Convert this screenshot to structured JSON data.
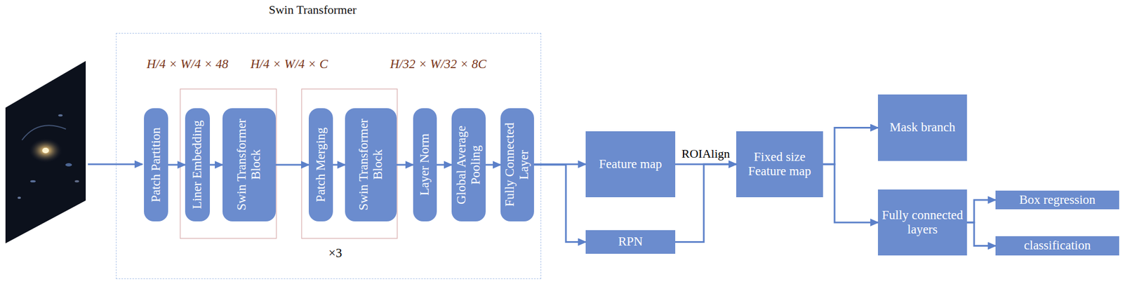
{
  "diagram": {
    "nodes": [
      {
        "text": [
          "Swin Transformer"
        ]
      },
      {
        "text": [
          "Patch Partition"
        ],
        "in": 0
      },
      {
        "text": [
          "Liner Embedding"
        ],
        "in": 0
      },
      {
        "text": [
          "Swin Transformer Block"
        ],
        "in": 0
      },
      {
        "text": [
          "Patch Merging"
        ],
        "in": 0
      },
      {
        "text": [
          "Swin Transformer Block"
        ],
        "in": 0
      },
      {
        "text": [
          "Layer Norm"
        ],
        "in": 0
      },
      {
        "text": [
          "Global Average Pooling"
        ],
        "in": 0
      },
      {
        "text": [
          "Fully Connected Layer"
        ],
        "in": 0
      },
      {
        "text": [
          "Feature map"
        ]
      },
      {
        "text": [
          "RPN"
        ]
      },
      {
        "text": [
          "Fixed size Feature map"
        ]
      },
      {
        "text": [
          "Mask branch"
        ]
      },
      {
        "text": [
          "Fully connected layers"
        ]
      },
      {
        "text": [
          "Box regression"
        ]
      },
      {
        "text": [
          "classification"
        ]
      }
    ],
    "edges": [
      {
        "from": 1,
        "to": 2,
        "arrow": "to"
      },
      {
        "from": 2,
        "to": 3,
        "arrow": "to"
      },
      {
        "from": 3,
        "to": 4,
        "arrow": "to"
      },
      {
        "from": 4,
        "to": 5,
        "arrow": "to"
      },
      {
        "from": 5,
        "to": 6,
        "arrow": "to"
      },
      {
        "from": 6,
        "to": 7,
        "arrow": "to"
      },
      {
        "from": 7,
        "to": 8,
        "arrow": "to"
      },
      {
        "from": 8,
        "to": 9,
        "arrow": "to"
      },
      {
        "from": 8,
        "to": 10,
        "arrow": "to"
      },
      {
        "from": 9,
        "to": 11,
        "label": "ROIAlign",
        "arrow": "to"
      },
      {
        "from": 10,
        "to": 11,
        "arrow": "to"
      },
      {
        "from": 11,
        "to": 12,
        "arrow": "to"
      },
      {
        "from": 11,
        "to": 13,
        "arrow": "to"
      },
      {
        "from": 13,
        "to": 14,
        "arrow": "to"
      },
      {
        "from": 13,
        "to": 15,
        "arrow": "to"
      }
    ],
    "labels": [
      "H/4 × W/4 × 48",
      "H/4 × W/4 × C",
      "H/32 × W/32 × 8C",
      "×3"
    ]
  }
}
